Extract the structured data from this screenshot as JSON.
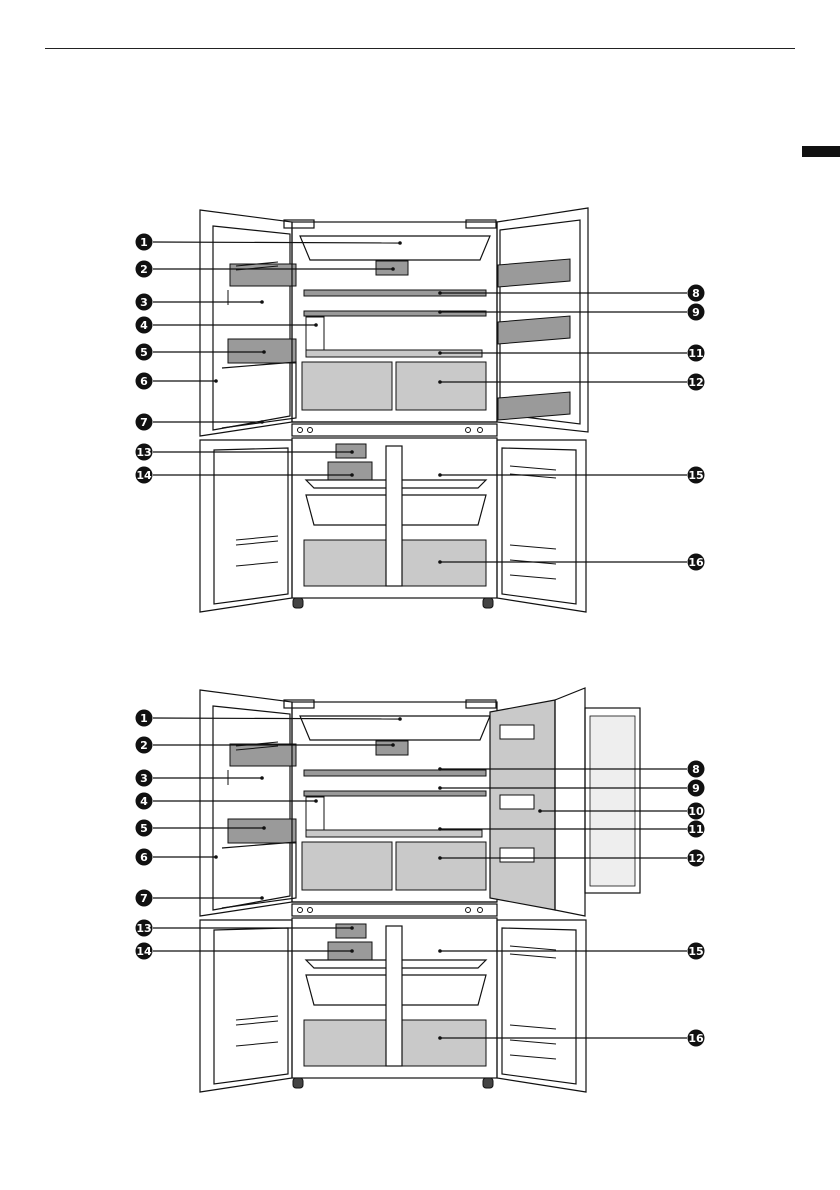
{
  "figures": [
    {
      "id": "top",
      "callouts_left": [
        "1",
        "2",
        "3",
        "4",
        "5",
        "6",
        "7",
        "13",
        "14"
      ],
      "callouts_right": [
        "8",
        "9",
        "11",
        "12",
        "15",
        "16"
      ]
    },
    {
      "id": "bottom",
      "callouts_left": [
        "1",
        "2",
        "3",
        "4",
        "5",
        "6",
        "7",
        "13",
        "14"
      ],
      "callouts_right": [
        "8",
        "9",
        "10",
        "11",
        "12",
        "15",
        "16"
      ]
    }
  ],
  "colors": {
    "ink": "#111111",
    "shelf_gray": "#9a9a9a",
    "panel_gray": "#c9c9c9"
  }
}
